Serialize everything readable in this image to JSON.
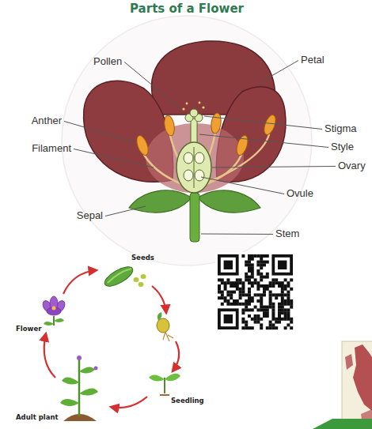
{
  "diagram": {
    "title": "Parts of a Flower",
    "labels": [
      "Pollen",
      "Petal",
      "Anther",
      "Stigma",
      "Style",
      "Filament",
      "Ovary",
      "Ovule",
      "Sepal",
      "Stem",
      "Seeds",
      "Flower",
      "Seedling",
      "Adult plant"
    ]
  }
}
